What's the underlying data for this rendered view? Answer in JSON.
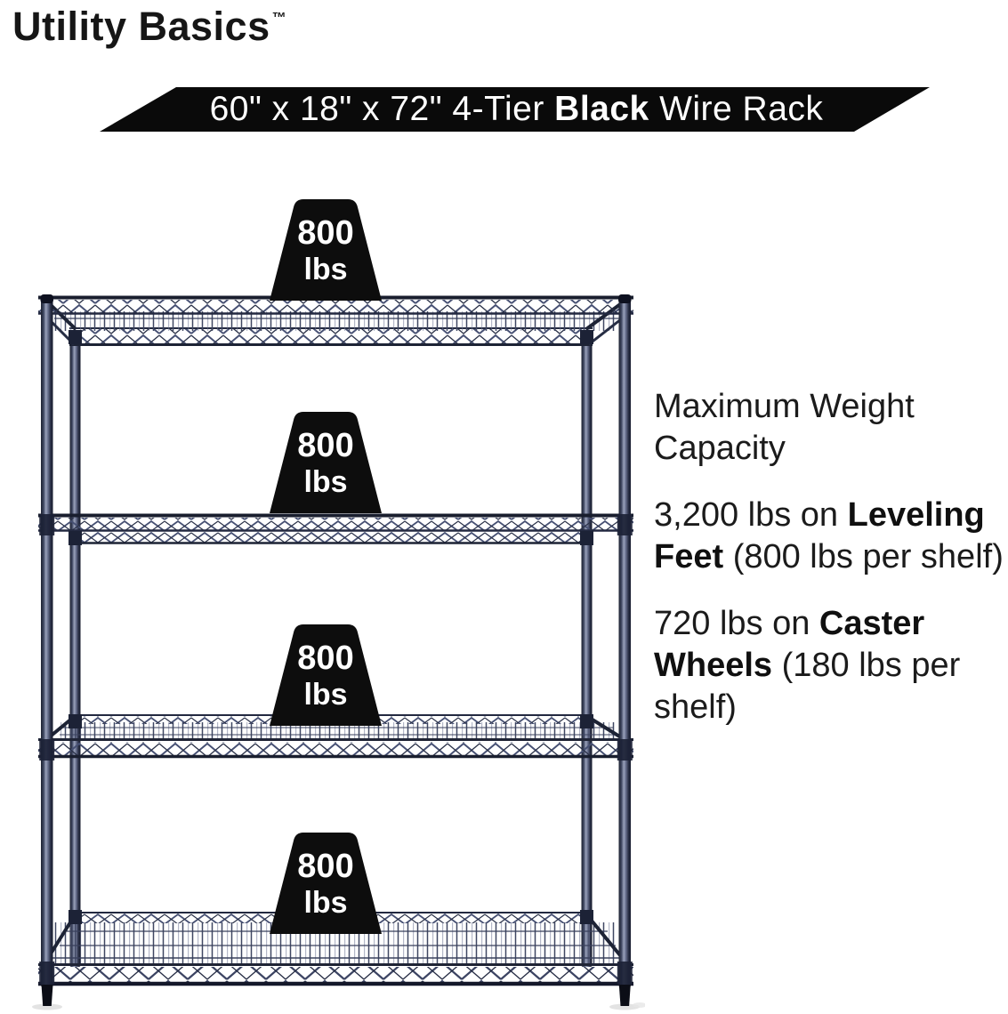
{
  "brand": {
    "name": "Utility Basics",
    "trademark": "™"
  },
  "banner": {
    "size_prefix": "60\" x 18\" x 72\" 4-Tier ",
    "color_bold": "Black",
    "suffix": " Wire Rack"
  },
  "weight_marker": {
    "value": "800",
    "unit": "lbs"
  },
  "capacity": {
    "heading": "Maximum Weight Capacity",
    "leveling_feet": {
      "prefix": "3,200 lbs on ",
      "bold": "Leveling Feet",
      "suffix": " (800 lbs per shelf)"
    },
    "caster_wheels": {
      "prefix": "720 lbs on ",
      "bold": "Caster Wheels",
      "suffix": " (180 lbs per shelf)"
    }
  },
  "rack": {
    "tiers": 4,
    "style": "black wire rack with leveling feet"
  },
  "colors": {
    "banner_bg": "#0a0a0a",
    "marker_bg": "#0d0d0d",
    "body_text": "#1b1b1b",
    "rack_frame_dark": "#1d2335",
    "rack_wire_mid": "#3f4763",
    "rack_highlight": "#99a1ba",
    "marker_text": "#ffffff"
  }
}
